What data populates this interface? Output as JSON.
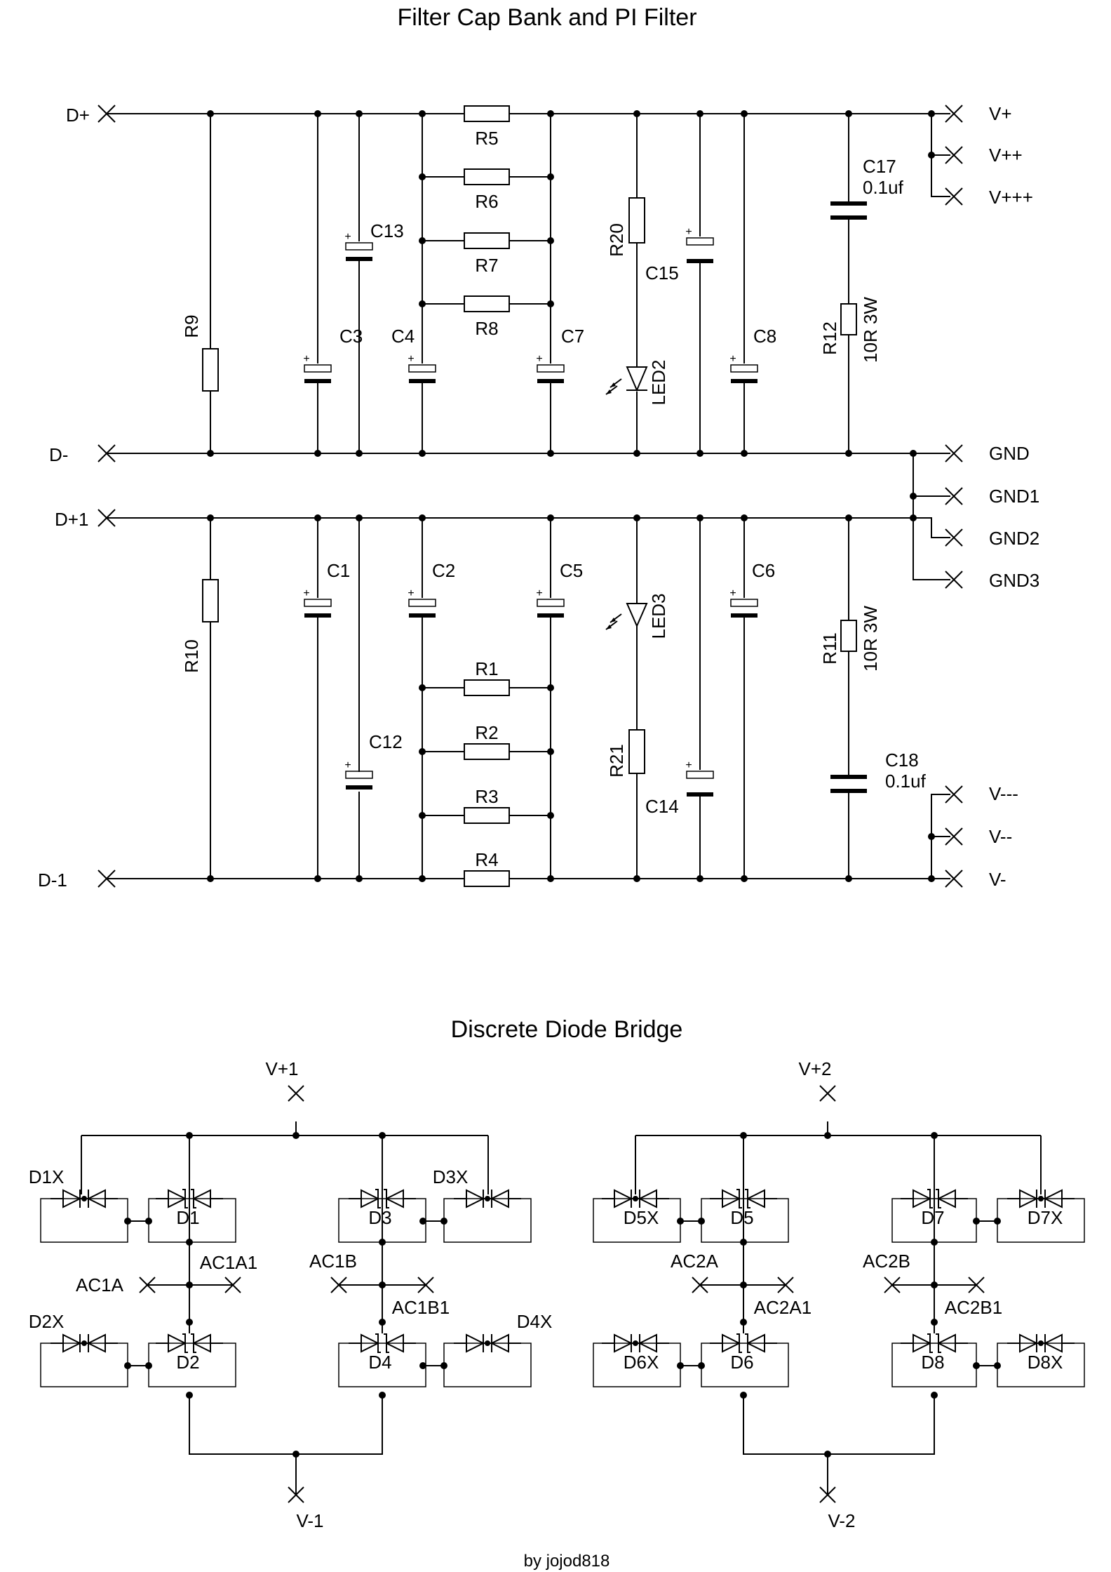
{
  "titles": {
    "filter": "Filter Cap Bank and PI Filter",
    "bridge": "Discrete Diode Bridge",
    "credit": "by jojod818"
  },
  "terminals": {
    "d_plus": "D+",
    "d_minus": "D-",
    "d_plus1": "D+1",
    "d_minus1": "D-1",
    "v_plus": "V+",
    "v_plus2": "V++",
    "v_plus3": "V+++",
    "gnd": "GND",
    "gnd1": "GND1",
    "gnd2": "GND2",
    "gnd3": "GND3",
    "v_minus3": "V---",
    "v_minus2": "V--",
    "v_minus": "V-"
  },
  "components": {
    "R1": "R1",
    "R2": "R2",
    "R3": "R3",
    "R4": "R4",
    "R5": "R5",
    "R6": "R6",
    "R7": "R7",
    "R8": "R8",
    "R9": "R9",
    "R10": "R10",
    "R11": "R11",
    "R12": "R12",
    "R20": "R20",
    "R21": "R21",
    "C1": "C1",
    "C2": "C2",
    "C3": "C3",
    "C4": "C4",
    "C5": "C5",
    "C6": "C6",
    "C7": "C7",
    "C8": "C8",
    "C12": "C12",
    "C13": "C13",
    "C14": "C14",
    "C15": "C15",
    "C17": "C17",
    "C18": "C18",
    "LED2": "LED2",
    "LED3": "LED3",
    "r_value_3w": "10R 3W",
    "c_value": "0.1uf"
  },
  "bridge": {
    "left": {
      "v_top": "V+1",
      "v_bottom": "V-1",
      "diodes": [
        "D1",
        "D1X",
        "D2",
        "D2X",
        "D3",
        "D3X",
        "D4",
        "D4X"
      ],
      "ac": [
        "AC1A",
        "AC1A1",
        "AC1B",
        "AC1B1"
      ]
    },
    "right": {
      "v_top": "V+2",
      "v_bottom": "V-2",
      "diodes": [
        "D5",
        "D5X",
        "D6",
        "D6X",
        "D7",
        "D7X",
        "D8",
        "D8X"
      ],
      "ac": [
        "AC2A",
        "AC2A1",
        "AC2B",
        "AC2B1"
      ]
    }
  }
}
